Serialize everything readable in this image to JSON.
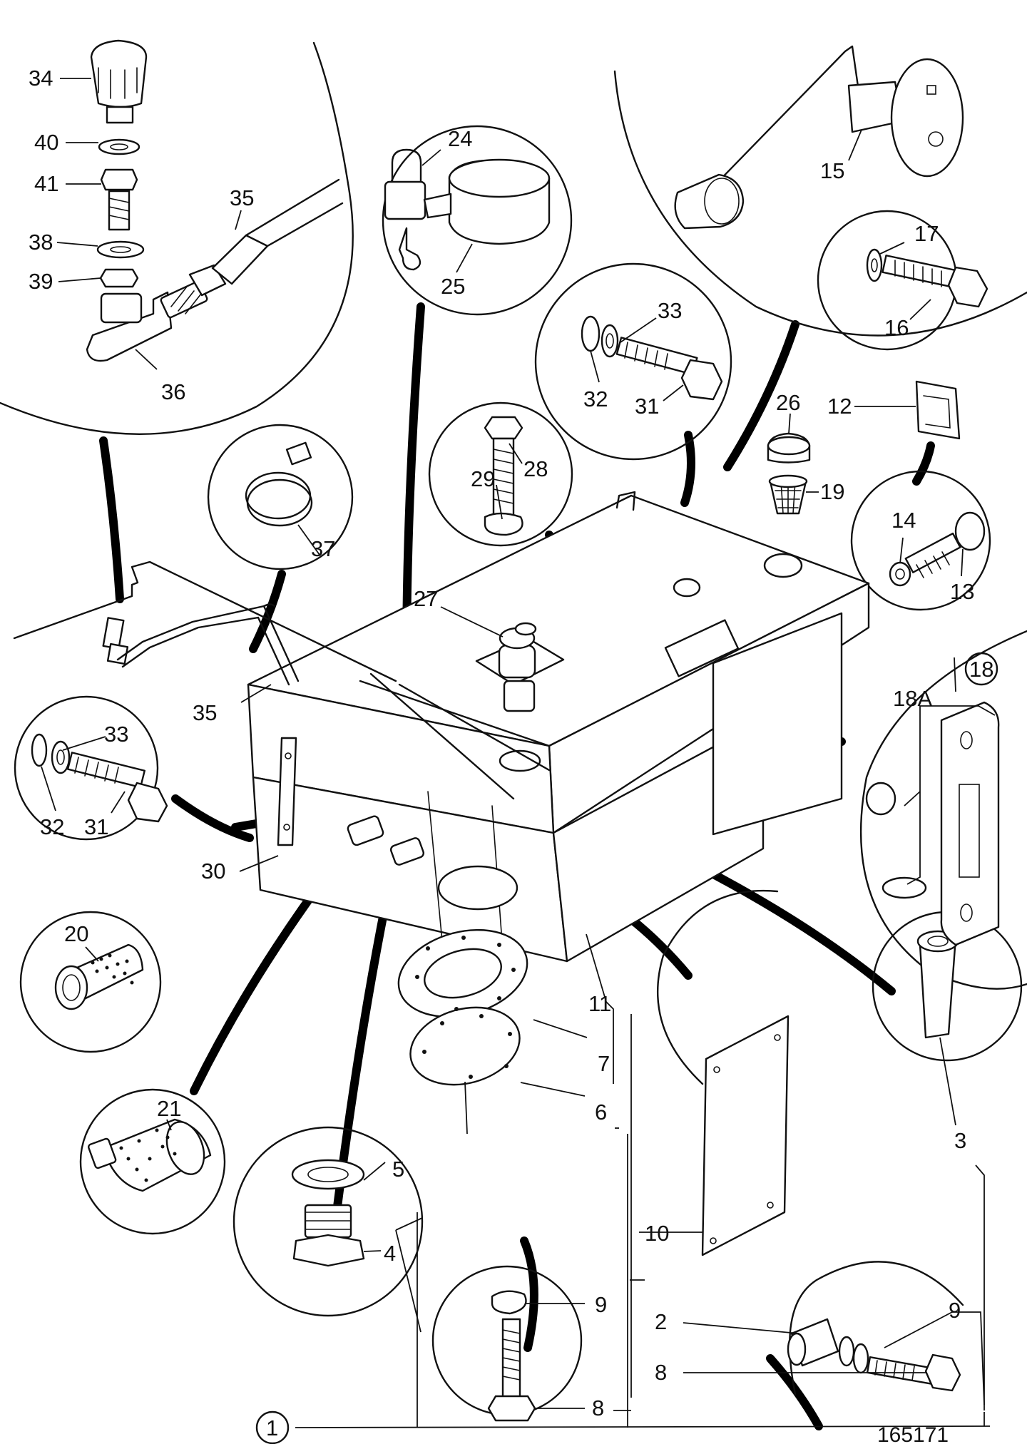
{
  "figure_number": "165171",
  "callouts": {
    "c1": "1",
    "c2": "2",
    "c3": "3",
    "c4": "4",
    "c5": "5",
    "c6": "6",
    "c7": "7",
    "c8a": "8",
    "c8b": "8",
    "c9a": "9",
    "c9b": "9",
    "c10": "10",
    "c11": "11",
    "c12": "12",
    "c13": "13",
    "c14": "14",
    "c15": "15",
    "c16": "16",
    "c17": "17",
    "c18": "18",
    "c18a": "18A",
    "c19": "19",
    "c20": "20",
    "c21": "21",
    "c24": "24",
    "c25": "25",
    "c26": "26",
    "c27": "27",
    "c28": "28",
    "c29": "29",
    "c30": "30",
    "c31a": "31",
    "c31b": "31",
    "c32a": "32",
    "c32b": "32",
    "c33a": "33",
    "c33b": "33",
    "c34": "34",
    "c35a": "35",
    "c35b": "35",
    "c36": "36",
    "c37": "37",
    "c38": "38",
    "c39": "39",
    "c40": "40",
    "c41": "41"
  }
}
